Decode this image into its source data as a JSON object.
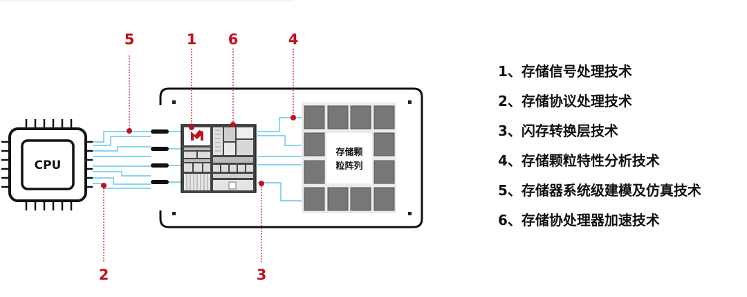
{
  "cpu": {
    "label": "CPU"
  },
  "nand_array": {
    "line1": "存储颗",
    "line2": "粒阵列"
  },
  "callouts": {
    "c1": "1",
    "c2": "2",
    "c3": "3",
    "c4": "4",
    "c5": "5",
    "c6": "6"
  },
  "technologies": [
    "1、存储信号处理技术",
    "2、存储协议处理技术",
    "3、闪存转换层技术",
    "4、存储颗粒特性分析技术",
    "5、存储器系统级建模及仿真技术",
    "6、存储协处理器加速技术"
  ],
  "colors": {
    "accent": "#c0121c",
    "bus": "#5ec8ea",
    "chip": "#7a7a7a",
    "outline": "#111111"
  }
}
